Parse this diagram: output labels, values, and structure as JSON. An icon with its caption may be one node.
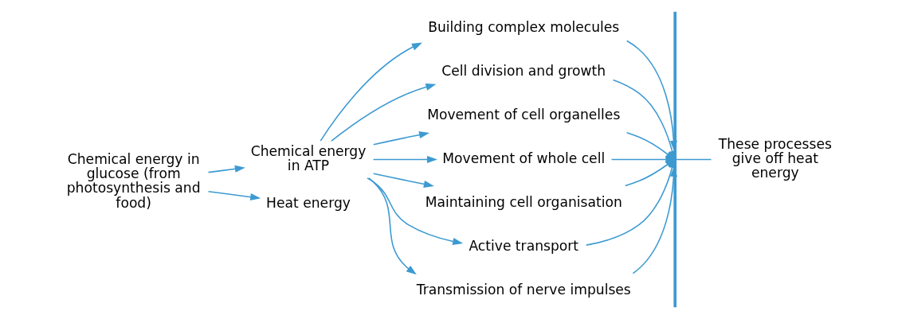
{
  "diagram": {
    "nodes": [
      {
        "text": [
          "Chemical energy in glucose (from photosynthesis and food)"
        ]
      },
      {
        "text": [
          "Chemical energy in ATP"
        ]
      },
      {
        "text": [
          "Heat energy"
        ]
      },
      {
        "text": [
          "Building complex molecules"
        ]
      },
      {
        "text": [
          "Cell division and growth"
        ]
      },
      {
        "text": [
          "Movement of cell organelles"
        ]
      },
      {
        "text": [
          "Movement of whole cell"
        ]
      },
      {
        "text": [
          "Maintaining cell organisation"
        ]
      },
      {
        "text": [
          "Active transport"
        ]
      },
      {
        "text": [
          "Transmission of nerve impulses"
        ]
      },
      {
        "text": [],
        "shape": "bar"
      },
      {
        "text": [
          "These processes give off heat energy"
        ]
      }
    ],
    "edges": [
      {
        "from": 0,
        "to": 1,
        "arrow": "to"
      },
      {
        "from": 0,
        "to": 2,
        "arrow": "to"
      },
      {
        "from": 1,
        "to": 3,
        "arrow": "to"
      },
      {
        "from": 1,
        "to": 4,
        "arrow": "to"
      },
      {
        "from": 1,
        "to": 5,
        "arrow": "to"
      },
      {
        "from": 1,
        "to": 6,
        "arrow": "to"
      },
      {
        "from": 1,
        "to": 7,
        "arrow": "to"
      },
      {
        "from": 1,
        "to": 8,
        "arrow": "to"
      },
      {
        "from": 1,
        "to": 9,
        "arrow": "to"
      },
      {
        "from": 3,
        "to": 10,
        "arrow": "to"
      },
      {
        "from": 4,
        "to": 10,
        "arrow": "to"
      },
      {
        "from": 5,
        "to": 10,
        "arrow": "to"
      },
      {
        "from": 6,
        "to": 10,
        "arrow": "to"
      },
      {
        "from": 7,
        "to": 10,
        "arrow": "to"
      },
      {
        "from": 8,
        "to": 10,
        "arrow": "to"
      },
      {
        "from": 9,
        "to": 10,
        "arrow": "to"
      },
      {
        "from": 10,
        "to": 11,
        "arrow": "none"
      }
    ]
  }
}
